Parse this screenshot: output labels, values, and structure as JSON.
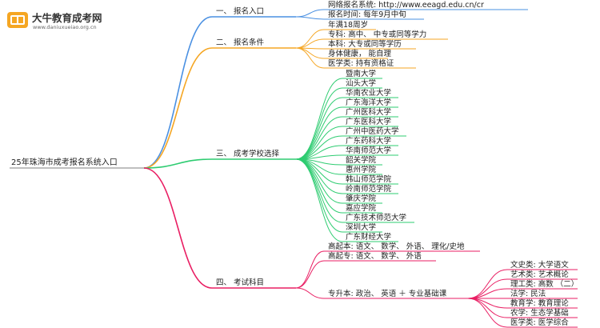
{
  "logo": {
    "title": "大牛教育成考网",
    "url": "www.daniuxueiao.org.cn"
  },
  "root": "25年珠海市成考报名系统入口",
  "branches": [
    {
      "label": "一、 报名入口",
      "color": "#4a90e2",
      "children": [
        "网络报名系统: http://www.eeagd.edu.cn/cr",
        "报名时间: 每年9月中旬"
      ]
    },
    {
      "label": "二、 报名条件",
      "color": "#f5a623",
      "children": [
        "年满18周岁",
        "专科: 高中、 中专或同等学力",
        "本科: 大专或同等学历",
        "身体健康， 能自理",
        "医学类: 持有资格证"
      ]
    },
    {
      "label": "三、 成考学校选择",
      "color": "#2ecc71",
      "children": [
        "暨南大学",
        "汕头大学",
        "华南农业大学",
        "广东海洋大学",
        "广州医科大学",
        "广东医科大学",
        "广州中医药大学",
        "广东药科大学",
        "华南师范大学",
        "韶关学院",
        "惠州学院",
        "韩山师范学院",
        "岭南师范学院",
        "肇庆学院",
        "嘉应学院",
        "广东技术师范大学",
        "深圳大学",
        "广东财经大学"
      ]
    },
    {
      "label": "四、 考试科目",
      "color": "#e91e63",
      "children": [
        "高起本: 语文、 数学、 外语、 理化/史地",
        "高起专: 语文、 数学、 外语",
        "专升本: 政治、 英语 ＋ 专业基础课"
      ],
      "subchildren": [
        "文史类: 大学语文",
        "艺术类: 艺术概论",
        "理工类: 高数 （二）",
        "法学: 民法",
        "教育学: 教育理论",
        "农学: 生态学基础",
        "医学类: 医学综合"
      ]
    }
  ]
}
